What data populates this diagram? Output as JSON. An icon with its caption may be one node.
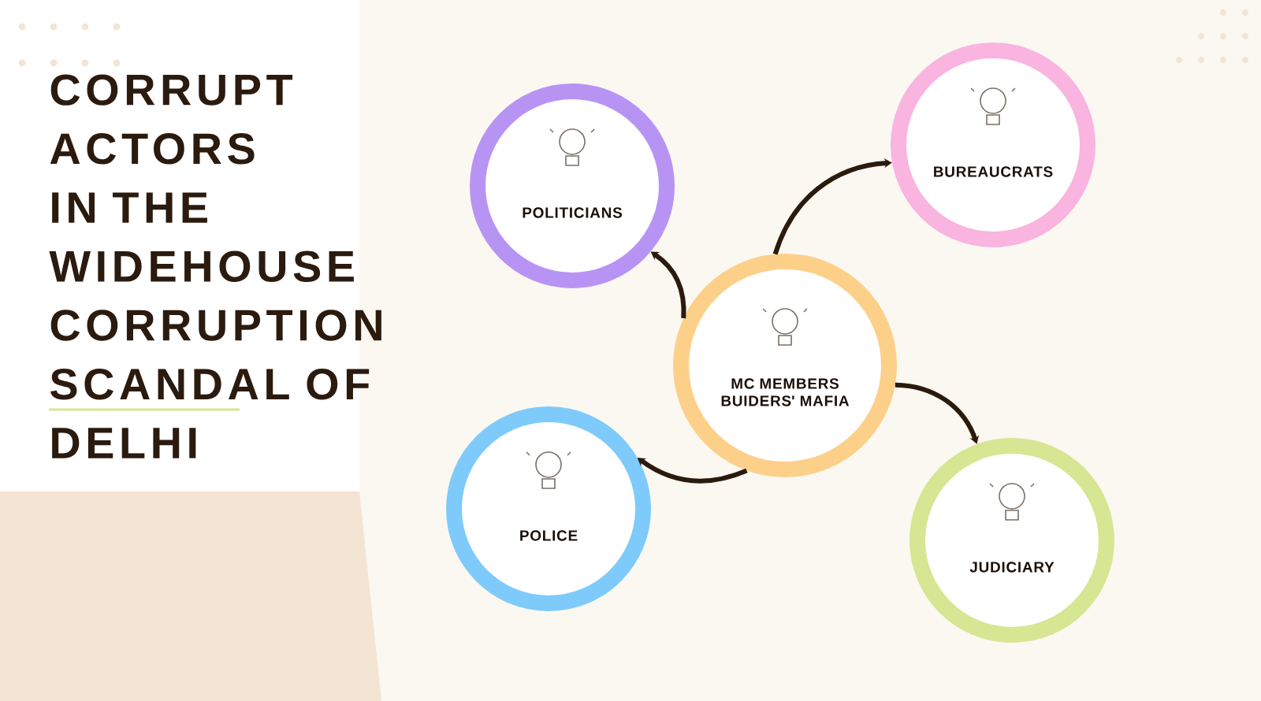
{
  "diagram": {
    "title": "CORRUPT ACTORS IN THE WIDEHOUSE CORRUPTION SCANDAL OF DELHI",
    "nodes": [
      {
        "text": [
          "POLITICIANS"
        ]
      },
      {
        "text": [
          "BUREAUCRATS"
        ]
      },
      {
        "text": [
          "MC MEMBERS BUIDERS' MAFIA"
        ]
      },
      {
        "text": [
          "POLICE"
        ]
      },
      {
        "text": [
          "JUDICIARY"
        ]
      }
    ],
    "edges": [
      {
        "from": 2,
        "to": 0,
        "arrow": "to"
      },
      {
        "from": 2,
        "to": 1,
        "arrow": "to"
      },
      {
        "from": 2,
        "to": 4,
        "arrow": "to"
      },
      {
        "from": 2,
        "to": 3,
        "arrow": "to"
      }
    ]
  }
}
